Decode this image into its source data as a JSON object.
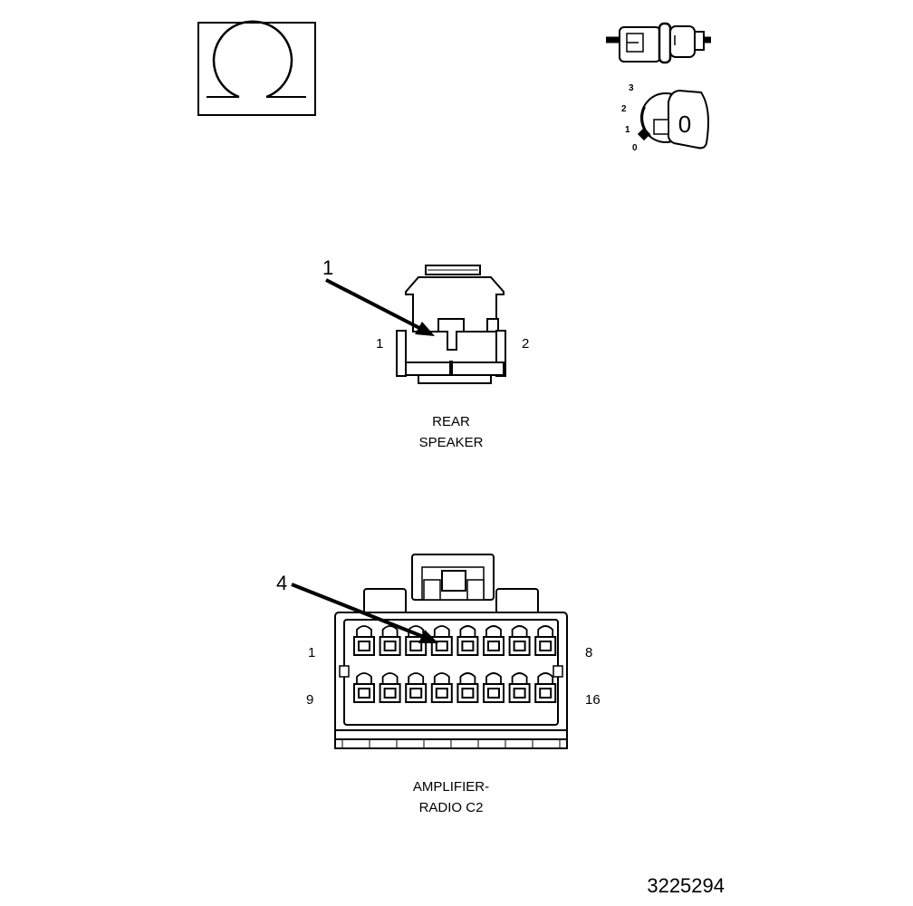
{
  "ohmmeter": {
    "symbol": "Ω"
  },
  "ignition": {
    "positions": [
      "3",
      "2",
      "1",
      "0"
    ],
    "key_label": "0"
  },
  "rear_speaker": {
    "callout": "1",
    "pin_left": "1",
    "pin_right": "2",
    "caption_line1": "REAR",
    "caption_line2": "SPEAKER"
  },
  "amplifier_radio_c2": {
    "callout": "4",
    "pin_top_left": "1",
    "pin_top_right": "8",
    "pin_bottom_left": "9",
    "pin_bottom_right": "16",
    "cavity_rows": 2,
    "cavities_per_row": 8,
    "caption_line1": "AMPLIFIER-",
    "caption_line2": "RADIO C2"
  },
  "figure_id": "3225294"
}
